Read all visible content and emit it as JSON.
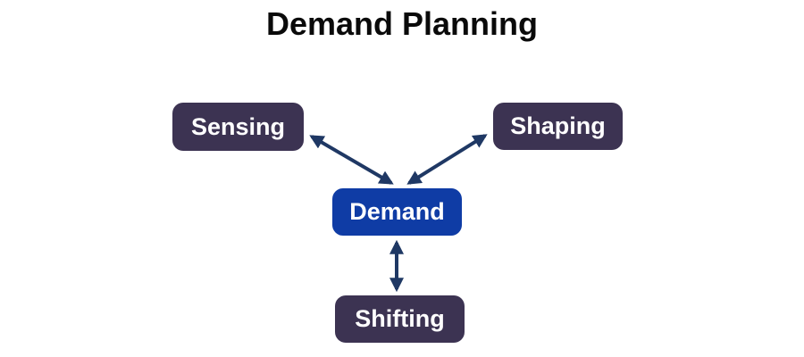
{
  "title": "Demand Planning",
  "diagram": {
    "nodes": {
      "sensing": {
        "label": "Sensing",
        "bg": "#3C3352",
        "text_color": "#FFFFFF"
      },
      "shaping": {
        "label": "Shaping",
        "bg": "#3C3352",
        "text_color": "#FFFFFF"
      },
      "demand": {
        "label": "Demand",
        "bg": "#0F3CA5",
        "text_color": "#FFFFFF"
      },
      "shifting": {
        "label": "Shifting",
        "bg": "#3C3352",
        "text_color": "#FFFFFF"
      }
    },
    "edges": [
      {
        "from": "Sensing",
        "to": "Demand",
        "style": "double-arrow"
      },
      {
        "from": "Shaping",
        "to": "Demand",
        "style": "double-arrow"
      },
      {
        "from": "Demand",
        "to": "Shifting",
        "style": "double-arrow"
      }
    ],
    "arrow_color": "#1F3864"
  }
}
